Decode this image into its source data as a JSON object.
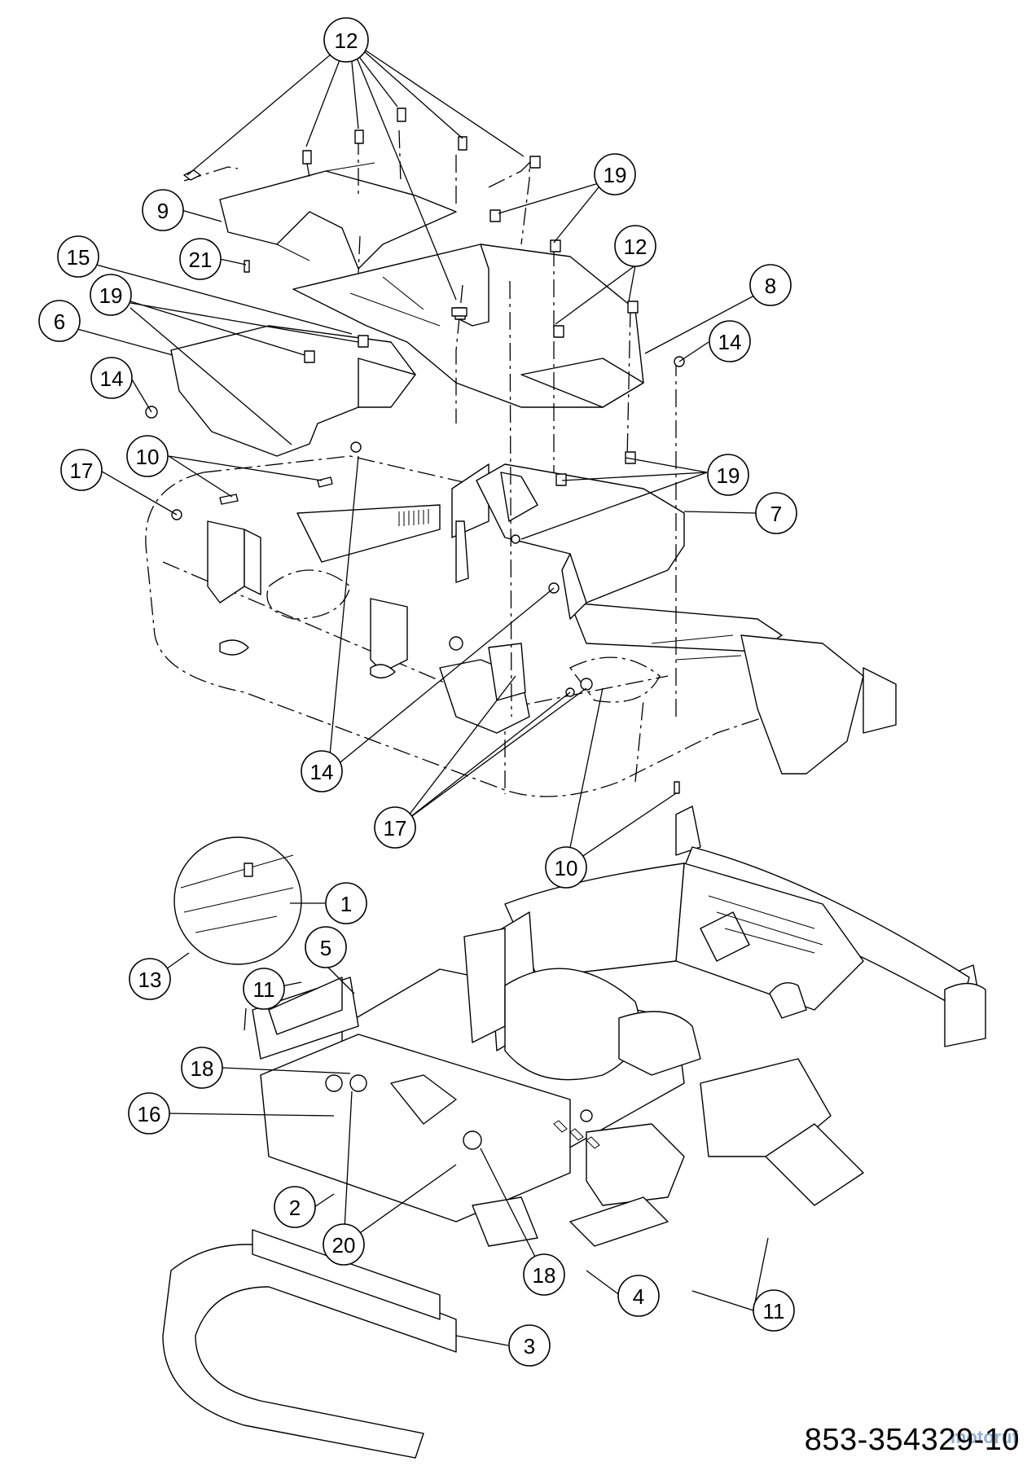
{
  "diagram": {
    "part_number": "853-354329-10",
    "watermark": "motoruf",
    "callouts": [
      "12",
      "9",
      "21",
      "19",
      "15",
      "19",
      "6",
      "14",
      "8",
      "12",
      "14",
      "17",
      "10",
      "19",
      "7",
      "14",
      "17",
      "10",
      "1",
      "13",
      "5",
      "11",
      "18",
      "16",
      "2",
      "20",
      "18",
      "4",
      "11",
      "3"
    ]
  }
}
